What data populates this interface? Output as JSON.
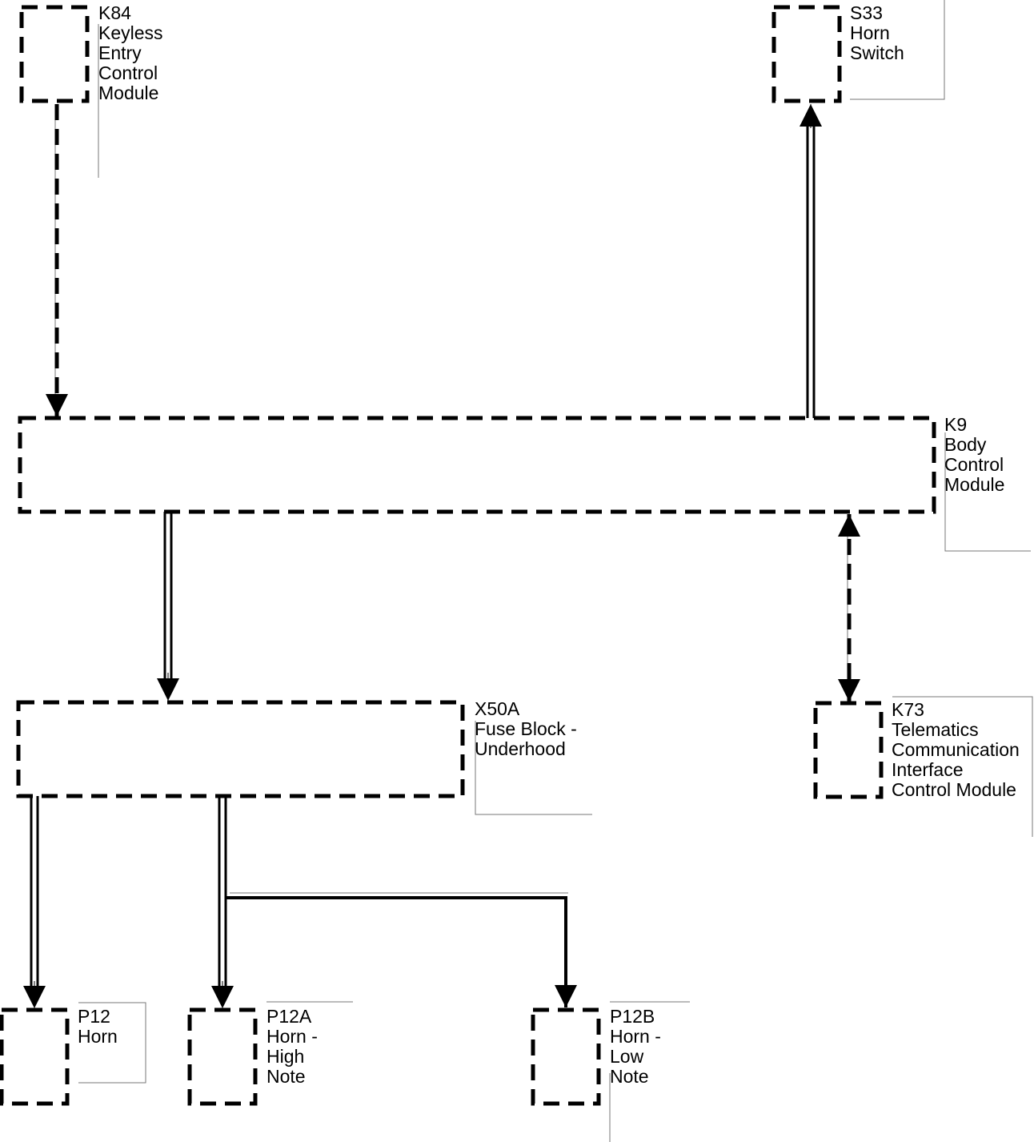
{
  "components": {
    "k84": [
      "K84",
      "Keyless",
      "Entry",
      "Control",
      "Module"
    ],
    "s33": [
      "S33",
      "Horn",
      "Switch"
    ],
    "k9": [
      "K9",
      "Body",
      "Control",
      "Module"
    ],
    "x50a": [
      "X50A",
      "Fuse Block -",
      "Underhood"
    ],
    "k73": [
      "K73",
      "Telematics",
      "Communication",
      "Interface",
      "Control Module"
    ],
    "p12": [
      "P12",
      "Horn"
    ],
    "p12a": [
      "P12A",
      "Horn -",
      "High",
      "Note"
    ],
    "p12b": [
      "P12B",
      "Horn -",
      "Low",
      "Note"
    ]
  }
}
